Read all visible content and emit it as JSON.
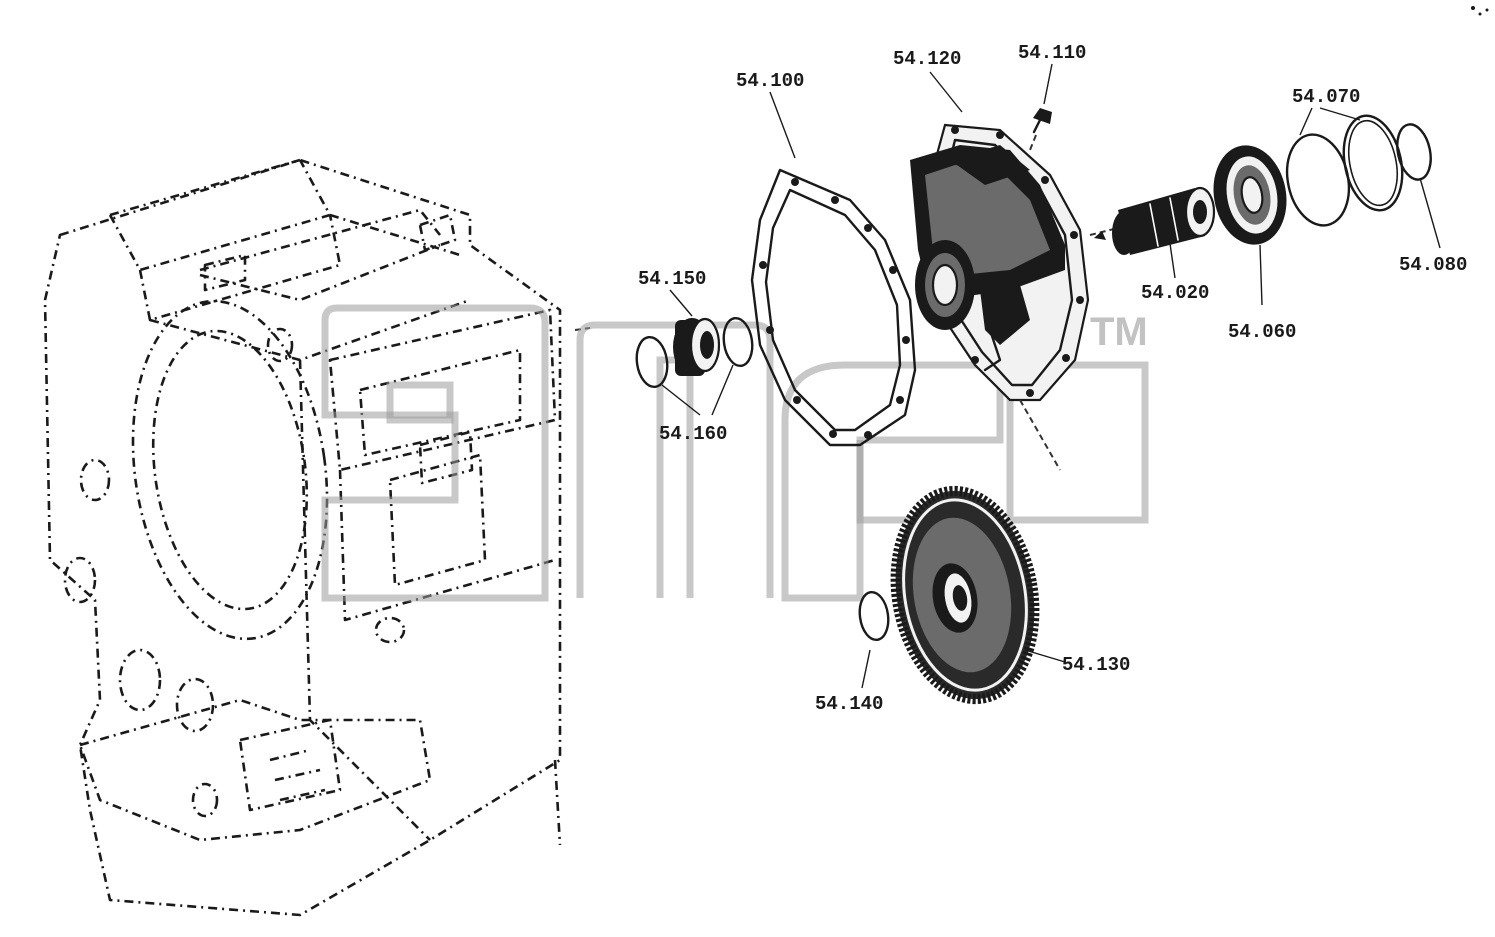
{
  "watermark": {
    "trademark": "TM"
  },
  "parts": [
    {
      "id": "p-54-100",
      "label": "54.100"
    },
    {
      "id": "p-54-120",
      "label": "54.120"
    },
    {
      "id": "p-54-110",
      "label": "54.110"
    },
    {
      "id": "p-54-070",
      "label": "54.070"
    },
    {
      "id": "p-54-080",
      "label": "54.080"
    },
    {
      "id": "p-54-020",
      "label": "54.020"
    },
    {
      "id": "p-54-060",
      "label": "54.060"
    },
    {
      "id": "p-54-150",
      "label": "54.150"
    },
    {
      "id": "p-54-160",
      "label": "54.160"
    },
    {
      "id": "p-54-130",
      "label": "54.130"
    },
    {
      "id": "p-54-140",
      "label": "54.140"
    }
  ]
}
